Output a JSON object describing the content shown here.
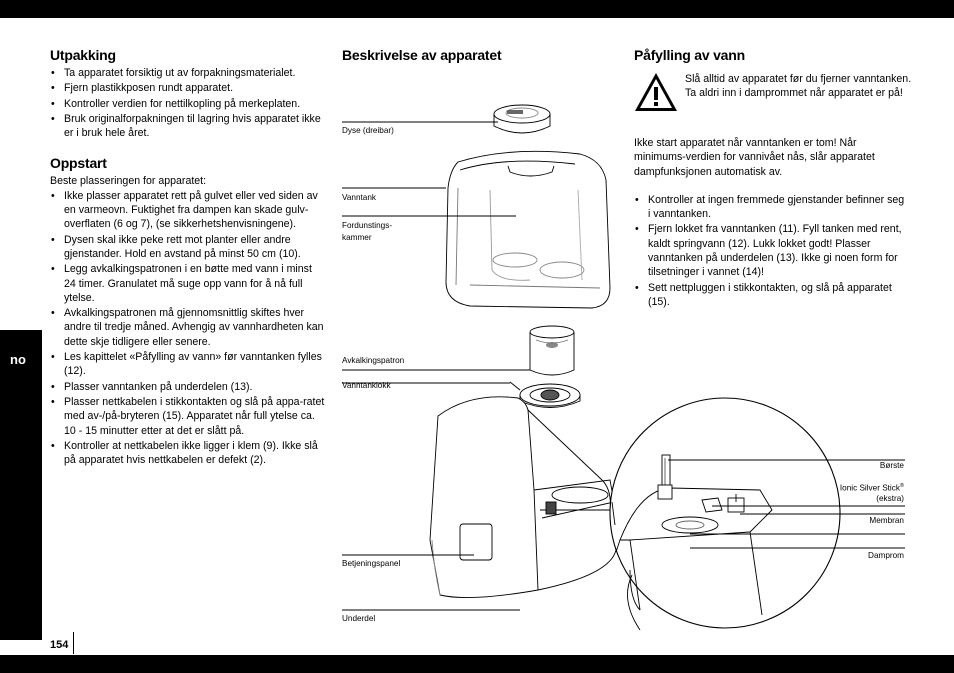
{
  "side_tab": "no",
  "page_number": "154",
  "col1": {
    "unpacking": {
      "title": "Utpakking",
      "items": [
        "Ta apparatet forsiktig ut av forpakningsmaterialet.",
        "Fjern plastikkposen rundt apparatet.",
        "Kontroller verdien for nettilkopling på merkeplaten.",
        "Bruk originalforpakningen til lagring hvis apparatet ikke er i bruk hele året."
      ]
    },
    "startup": {
      "title": "Oppstart",
      "intro": "Beste plasseringen for apparatet:",
      "items": [
        "Ikke plasser apparatet rett på gulvet eller ved siden av en varmeovn. Fuktighet fra dampen kan skade gulv-overflaten (6 og 7), (se sikkerhetshenvisningene).",
        "Dysen skal ikke peke rett mot planter eller andre gjenstander. Hold en avstand på minst 50 cm (10).",
        "Legg avkalkingspatronen i en bøtte med vann i minst 24 timer. Granulatet må suge opp vann for å nå full ytelse.",
        "Avkalkingspatronen må gjennomsnittlig skiftes hver andre til tredje måned. Avhengig av vannhardheten kan dette skje tidligere eller senere.",
        "Les kapittelet «Påfylling av vann» før vanntanken fylles (12).",
        "Plasser vanntanken på underdelen (13).",
        "Plasser nettkabelen i stikkontakten og slå på appa-ratet med av-/på-bryteren (15). Apparatet når full ytelse ca. 10 - 15 minutter etter at det er slått på.",
        "Kontroller at nettkabelen ikke ligger i klem (9). Ikke slå på apparatet hvis nettkabelen er defekt (2)."
      ]
    }
  },
  "diagram": {
    "title": "Beskrivelse av apparatet",
    "labels": {
      "nozzle": "Dyse (dreibar)",
      "tank": "Vanntank",
      "evap_1": "Fordunstings-",
      "evap_2": "kammer",
      "cartridge": "Avkalkingspatron",
      "bell": "Vanntanklokk",
      "panel": "Betjeningspanel",
      "base": "Underdel",
      "brush": "Børste",
      "ionic_1": "Ionic Silver Stick",
      "ionic_sup": "®",
      "ionic_2": "(ekstra)",
      "membrane": "Membran",
      "steam": "Damprom"
    }
  },
  "col3": {
    "title": "Påfylling av vann",
    "warning": "Slå alltid av apparatet før du fjerner vanntanken. Ta aldri inn i damprommet når apparatet er på!",
    "para": "Ikke start apparatet når vanntanken er tom! Når minimums-verdien for vannivået nås, slår apparatet dampfunksjonen automatisk av.",
    "items": [
      "Kontroller at ingen fremmede gjenstander befinner seg i vanntanken.",
      "Fjern lokket fra vanntanken (11). Fyll tanken med rent, kaldt springvann (12). Lukk lokket godt! Plasser vanntanken på underdelen (13). Ikke gi noen form for tilsetninger i vannet (14)!",
      "Sett nettpluggen i stikkontakten, og slå på apparatet (15)."
    ]
  }
}
